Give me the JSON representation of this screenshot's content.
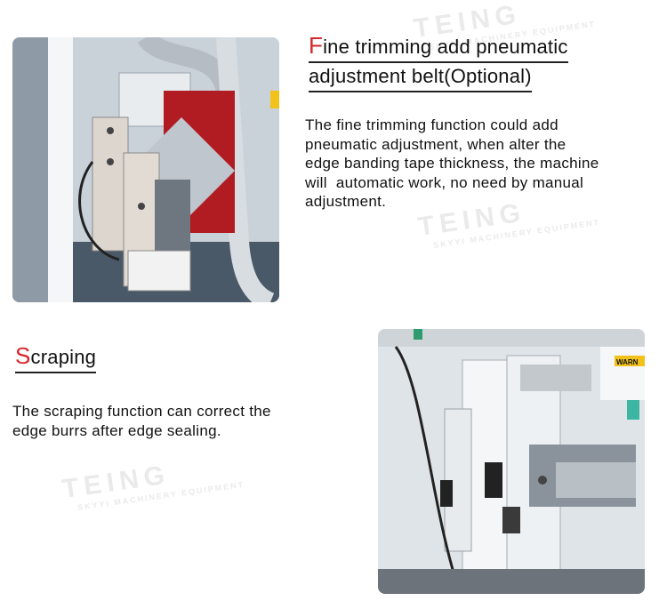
{
  "section1": {
    "title_first_letter": "F",
    "title_line1_rest": "ine trimming add pneumatic",
    "title_line2": "adjustment belt(Optional)",
    "description": "The fine trimming function could add\npneumatic adjustment, when alter the\nedge banding tape thickness, the machine\nwill  automatic work, no need by manual\nadjustment."
  },
  "section2": {
    "title_first_letter": "S",
    "title_rest": "craping",
    "description": "The scraping function can correct the\nedge burrs after edge sealing."
  },
  "watermark": {
    "brand": "TEING",
    "tagline": "SKYYI MACHINERY EQUIPMENT"
  },
  "photo_label": {
    "warning": "WARN"
  },
  "colors": {
    "accent_red": "#d6262b",
    "text": "#111111",
    "background": "#ffffff"
  }
}
